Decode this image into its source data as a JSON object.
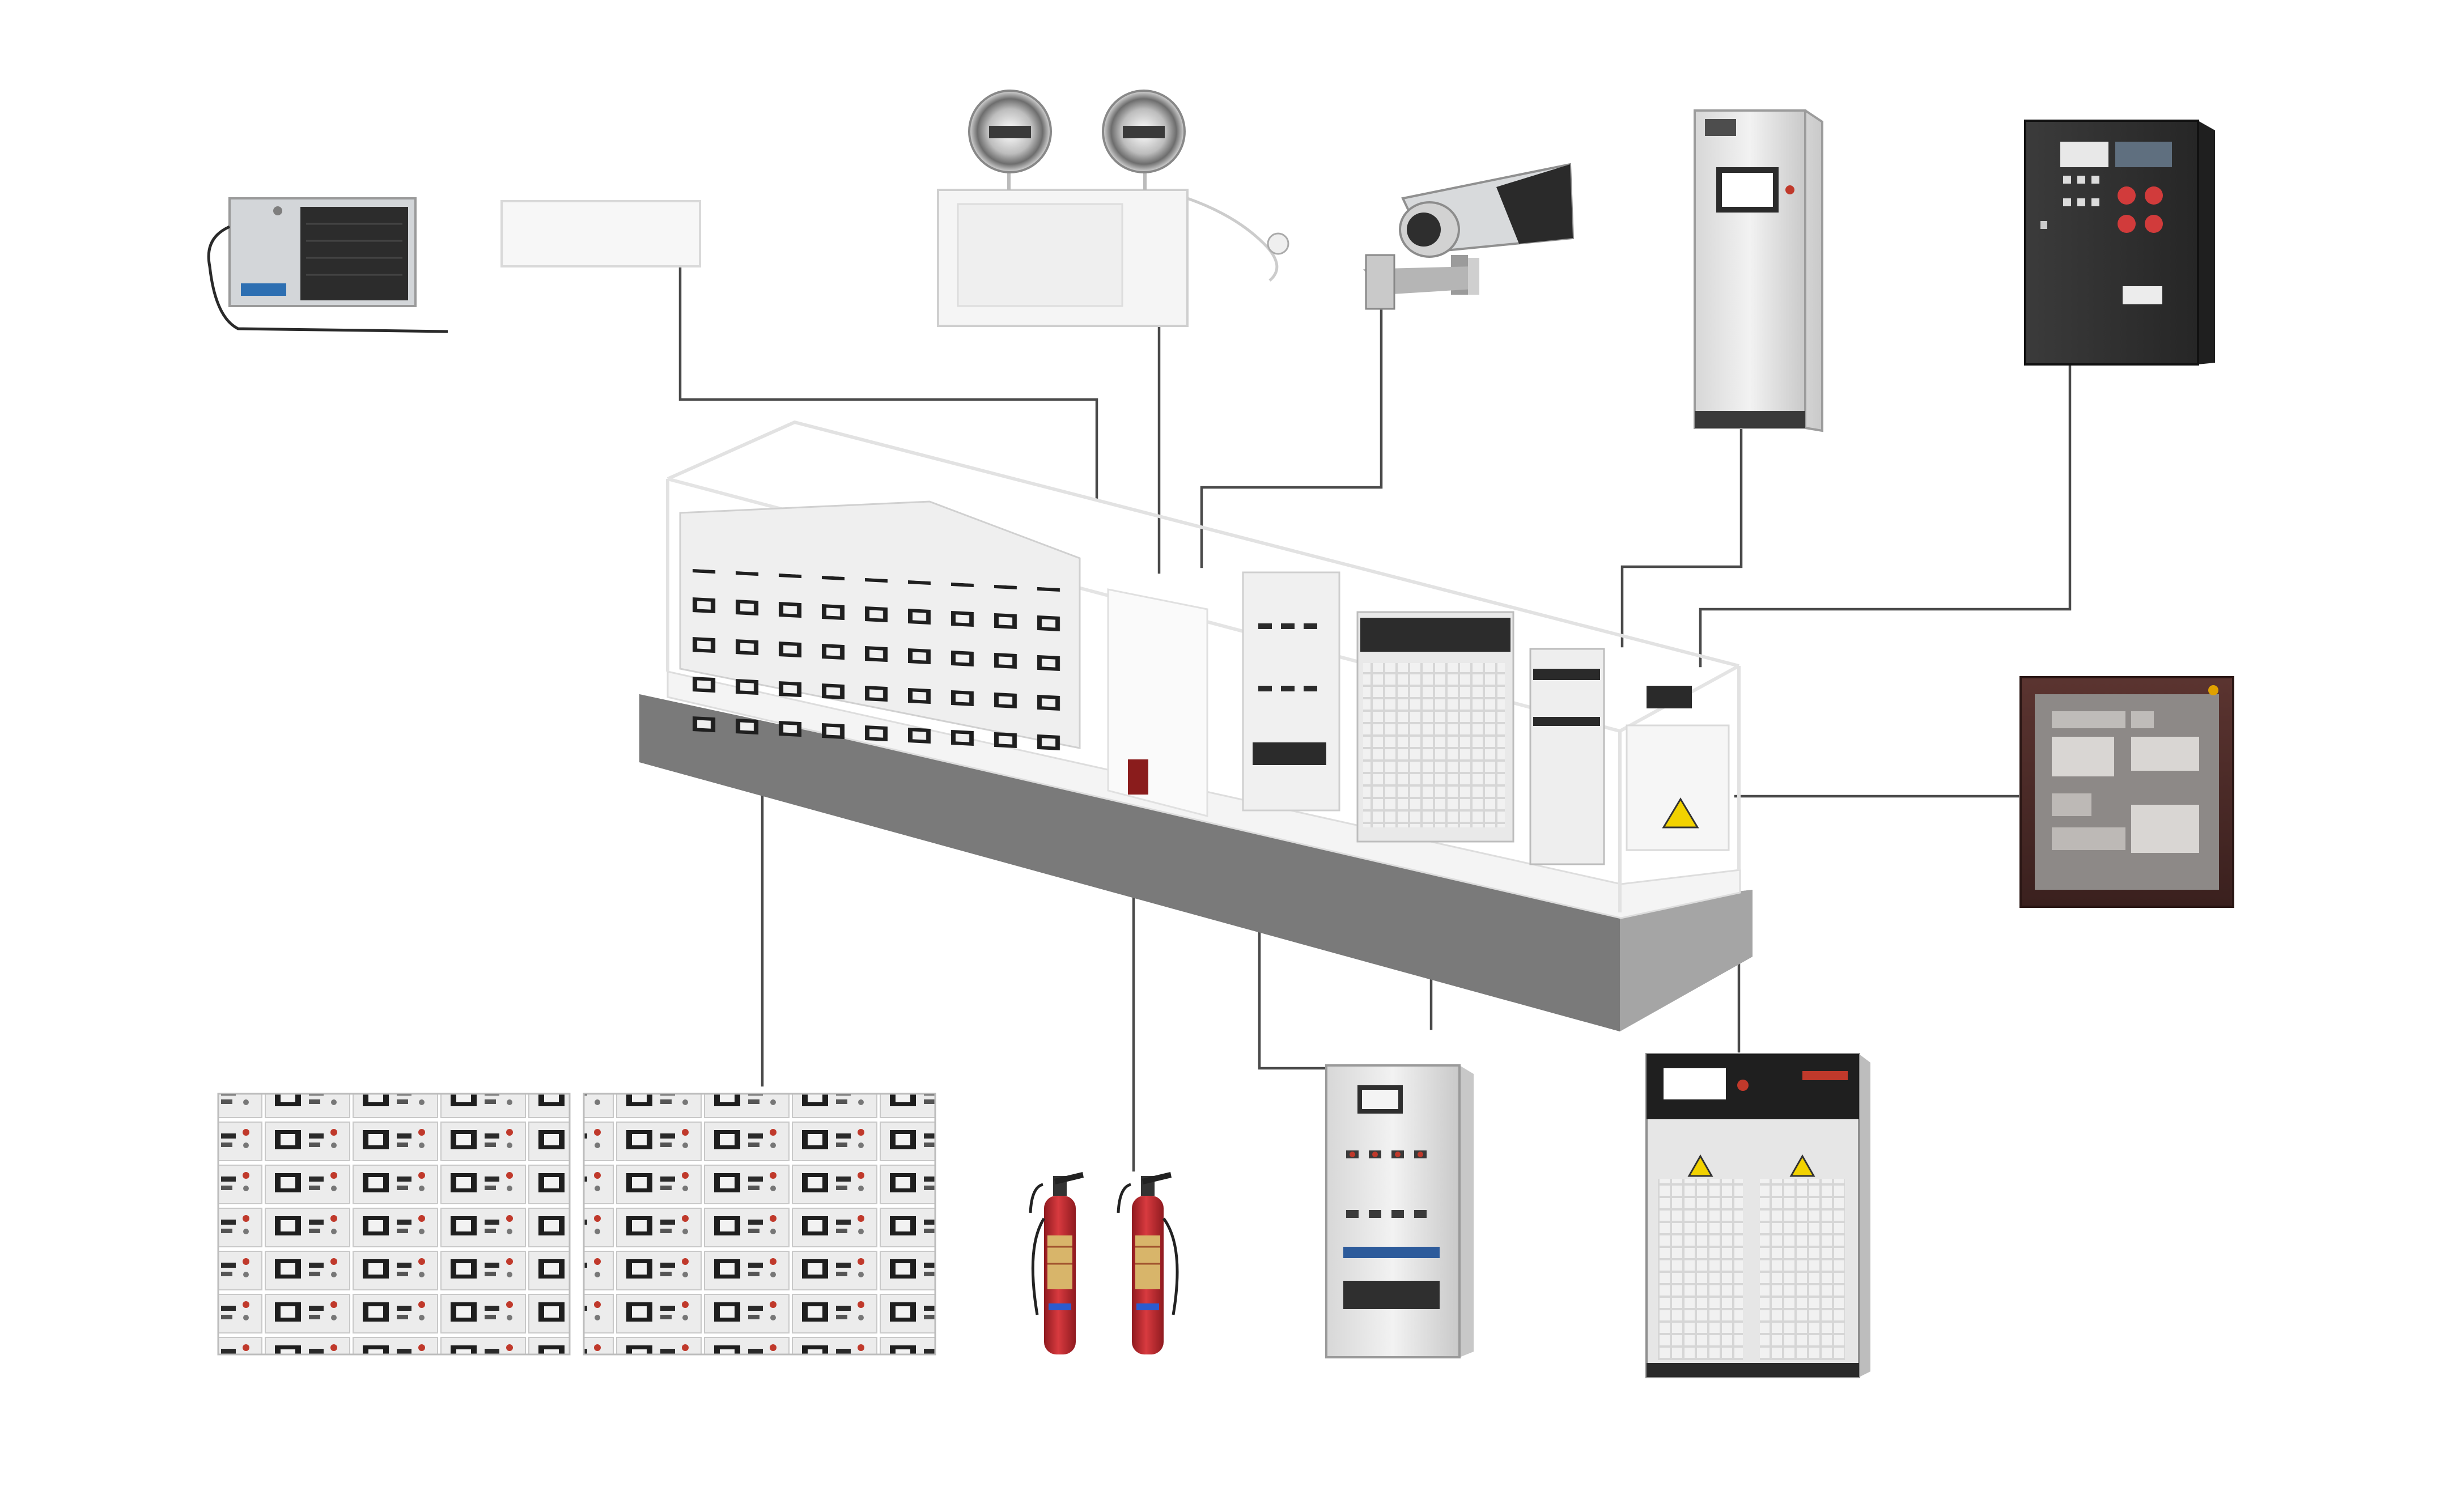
{
  "diagram": {
    "kind": "energy-storage-container-system",
    "texts": [],
    "colors": {
      "background": "#ffffff",
      "connector": "#4a4a4a",
      "container_frame": "#e6e6e6",
      "container_base": "#8f8f8f",
      "battery_module": "#ebebeb",
      "battery_terminal": "#1f1f1f",
      "cabinet_gray": "#e0e0e0",
      "panel_dark": "#2f2f2f",
      "panel_maroon": "#4a2a28",
      "extinguisher_red": "#c1272d",
      "extinguisher_label": "#d8b56a",
      "warning_yellow": "#f2d200"
    },
    "components": [
      {
        "name": "air-conditioner-unit",
        "icon": "air-conditioner-icon"
      },
      {
        "name": "indoor-ac-panel",
        "icon": "indoor-ac-icon"
      },
      {
        "name": "emergency-light",
        "icon": "emergency-light-icon"
      },
      {
        "name": "security-camera",
        "icon": "cctv-camera-icon"
      },
      {
        "name": "control-cabinet",
        "icon": "control-cabinet-icon"
      },
      {
        "name": "fire-alarm-controller",
        "icon": "fire-alarm-panel-icon"
      },
      {
        "name": "monitoring-panel",
        "icon": "monitoring-panel-icon"
      },
      {
        "name": "battery-racks",
        "icon": "battery-rack-icon"
      },
      {
        "name": "fire-extinguishers",
        "icon": "fire-extinguisher-icon"
      },
      {
        "name": "distribution-cabinet",
        "icon": "distribution-cabinet-icon"
      },
      {
        "name": "power-conversion-system",
        "icon": "pcs-inverter-icon"
      },
      {
        "name": "storage-container",
        "icon": "container-icon"
      }
    ]
  }
}
